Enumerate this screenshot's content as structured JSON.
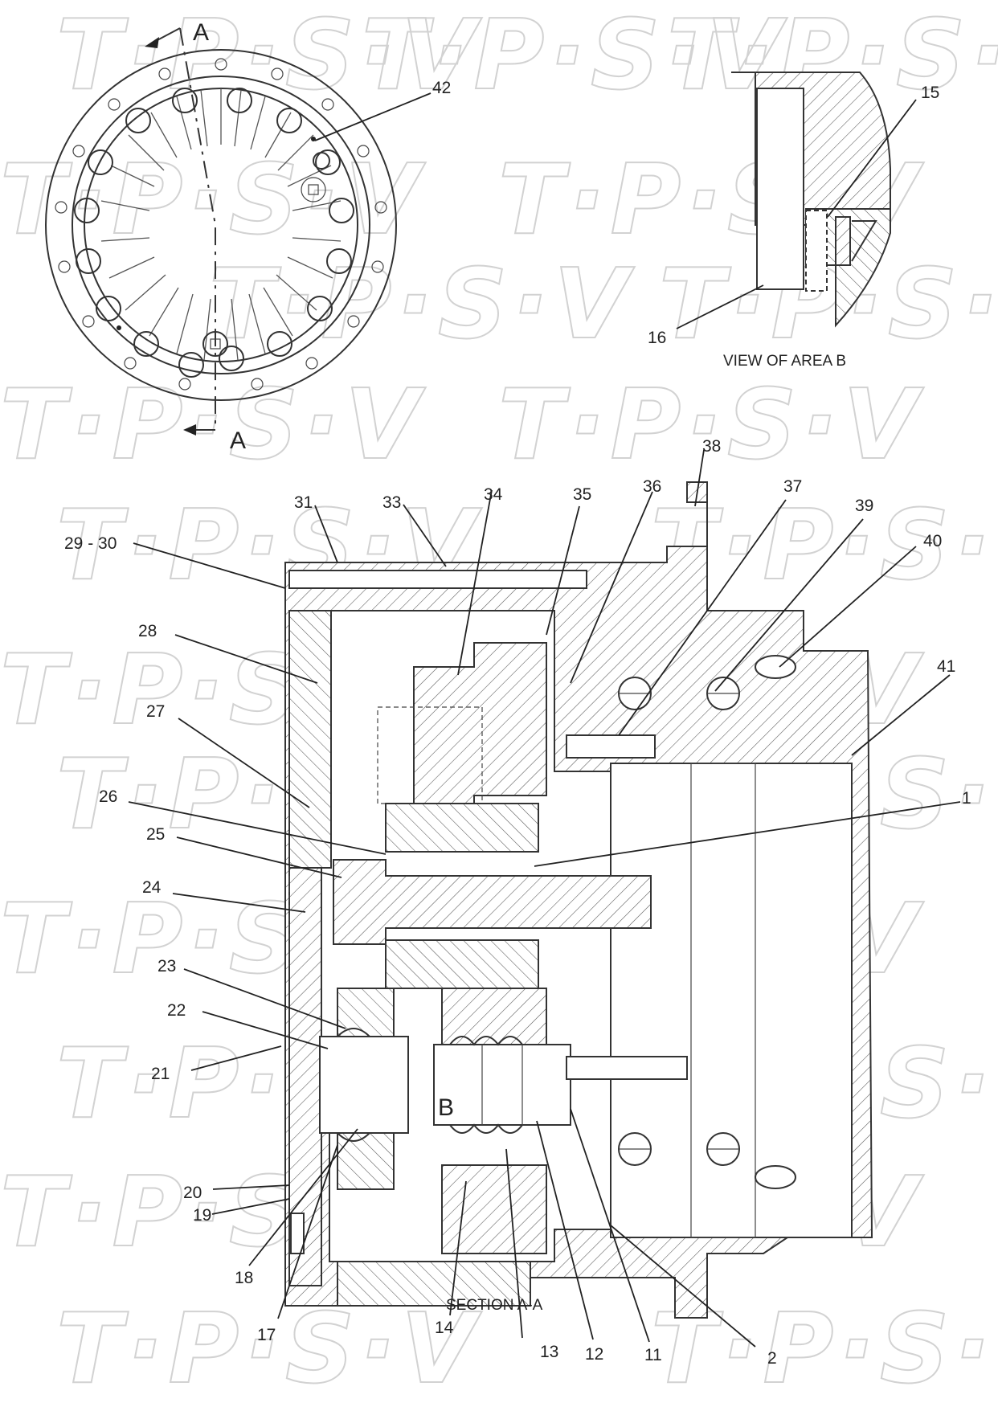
{
  "watermark": "T·P·S·V",
  "section_markers": [
    "A",
    "A"
  ],
  "area_marker": "B",
  "captions": {
    "view_area": "VIEW OF AREA B",
    "section": "SECTION A-A"
  },
  "labels": {
    "p1": "1",
    "p2": "2",
    "p11": "11",
    "p12": "12",
    "p13": "13",
    "p14": "14",
    "p15": "15",
    "p16": "16",
    "p17": "17",
    "p18": "18",
    "p19": "19",
    "p20": "20",
    "p21": "21",
    "p22": "22",
    "p23": "23",
    "p24": "24",
    "p25": "25",
    "p26": "26",
    "p27": "27",
    "p28": "28",
    "p29_30": "29 - 30",
    "p31": "31",
    "p33": "33",
    "p34": "34",
    "p35": "35",
    "p36": "36",
    "p37": "37",
    "p38": "38",
    "p39": "39",
    "p40": "40",
    "p41": "41",
    "p42": "42"
  }
}
